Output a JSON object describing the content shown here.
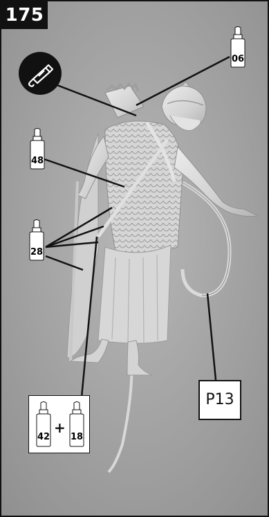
{
  "step": {
    "number": "175"
  },
  "callouts": {
    "paint_06": "06",
    "paint_48": "48",
    "paint_28": "28",
    "mix_a": "42",
    "mix_plus": "+",
    "mix_b": "18",
    "part_ref": "P13"
  },
  "icons": {
    "glue": "glue-tube-icon",
    "bottle": "paint-bottle-icon"
  },
  "colors": {
    "background": "#a8a8a8",
    "figure": "#d9d9d9",
    "ink": "#111111",
    "badge": "#111111"
  }
}
